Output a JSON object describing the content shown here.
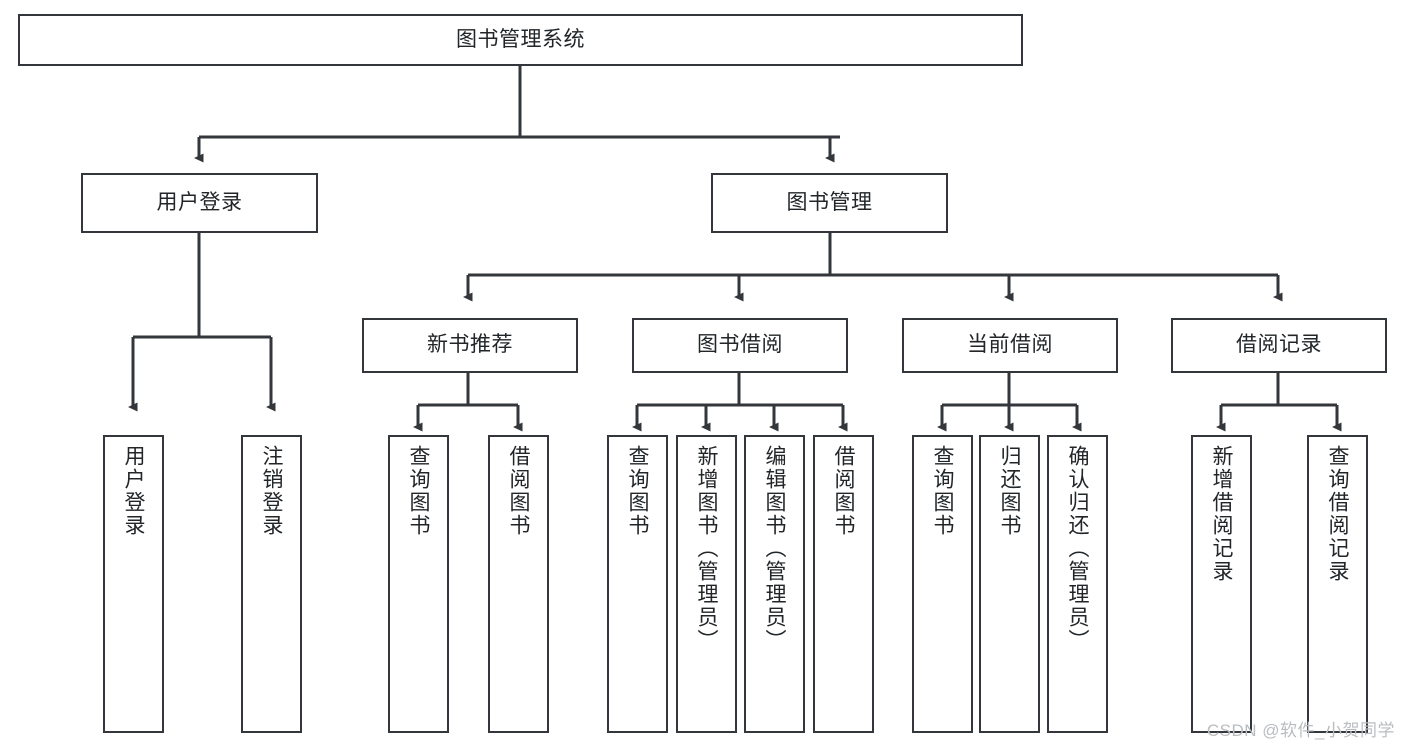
{
  "diagram": {
    "type": "tree-hierarchy-diagram",
    "title": "图书管理系统",
    "stroke_color": "#33373b",
    "background_color": "#ffffff",
    "text_color": "#222629",
    "root": {
      "label": "图书管理系统"
    },
    "level2": [
      {
        "label": "用户登录"
      },
      {
        "label": "图书管理"
      }
    ],
    "level3": [
      {
        "label": "新书推荐"
      },
      {
        "label": "图书借阅"
      },
      {
        "label": "当前借阅"
      },
      {
        "label": "借阅记录"
      }
    ],
    "leaves": {
      "user_login": [
        {
          "label": "用户登录"
        },
        {
          "label": "注销登录"
        }
      ],
      "new_book_recommend": [
        {
          "label": "查询图书"
        },
        {
          "label": "借阅图书"
        }
      ],
      "book_borrow": [
        {
          "label": "查询图书"
        },
        {
          "label": "新增图书（管理员）"
        },
        {
          "label": "编辑图书（管理员）"
        },
        {
          "label": "借阅图书"
        }
      ],
      "current_borrow": [
        {
          "label": "查询图书"
        },
        {
          "label": "归还图书"
        },
        {
          "label": "确认归还（管理员）"
        }
      ],
      "borrow_record": [
        {
          "label": "新增借阅记录"
        },
        {
          "label": "查询借阅记录"
        }
      ]
    }
  },
  "watermark": {
    "text": "CSDN @软件_小贺同学"
  }
}
